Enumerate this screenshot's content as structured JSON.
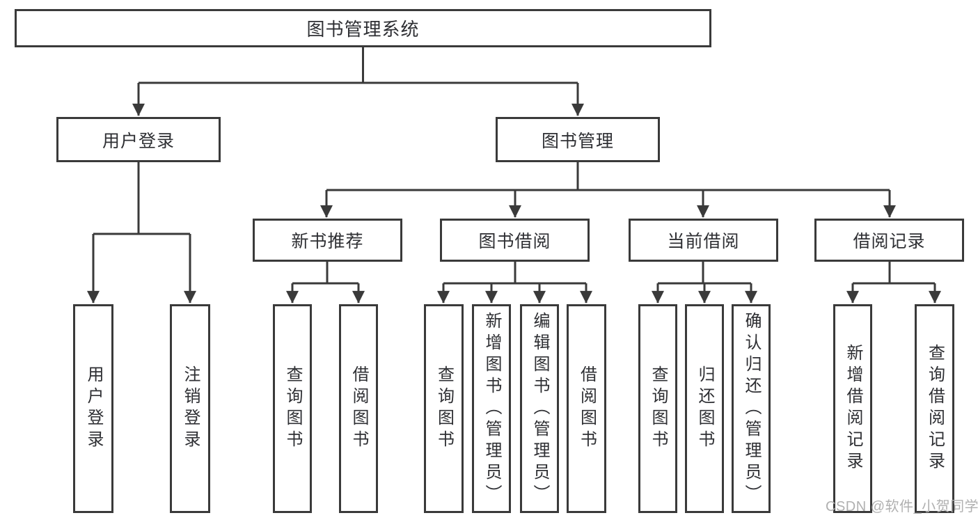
{
  "tree": {
    "root": {
      "label": "图书管理系统"
    },
    "branches": [
      {
        "label": "用户登录",
        "leaves": [
          {
            "label": "用户登录"
          },
          {
            "label": "注销登录"
          }
        ]
      },
      {
        "label": "图书管理",
        "sections": [
          {
            "label": "新书推荐",
            "leaves": [
              {
                "label": "查询图书"
              },
              {
                "label": "借阅图书"
              }
            ]
          },
          {
            "label": "图书借阅",
            "leaves": [
              {
                "label": "查询图书"
              },
              {
                "label": "新增图书（管理员）"
              },
              {
                "label": "编辑图书（管理员）"
              },
              {
                "label": "借阅图书"
              }
            ]
          },
          {
            "label": "当前借阅",
            "leaves": [
              {
                "label": "查询图书"
              },
              {
                "label": "归还图书"
              },
              {
                "label": "确认归还（管理员）"
              }
            ]
          },
          {
            "label": "借阅记录",
            "leaves": [
              {
                "label": "新增借阅记录"
              },
              {
                "label": "查询借阅记录"
              }
            ]
          }
        ]
      }
    ]
  },
  "watermark": {
    "text": "CSDN @软件_小贺同学"
  },
  "colors": {
    "line": "#3a3a3a",
    "text": "#2e2f33",
    "watermark": "#b0b0b0",
    "background": "#ffffff"
  }
}
